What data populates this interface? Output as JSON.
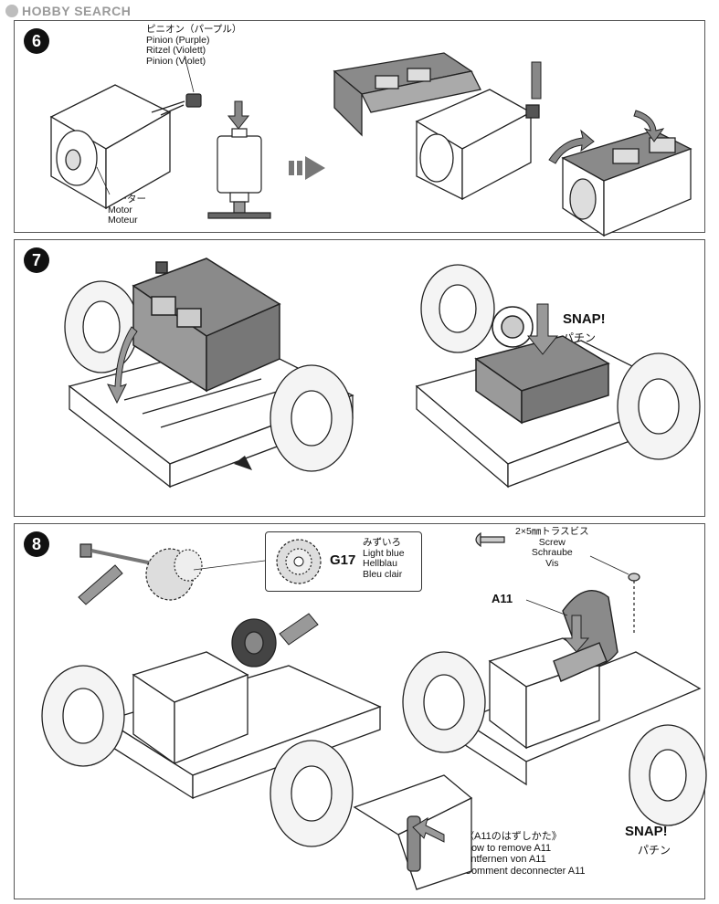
{
  "watermark": "HOBBY SEARCH",
  "steps": [
    {
      "number": "6",
      "pinion_labels": [
        "ピニオン（パープル）",
        "Pinion (Purple)",
        "Ritzel (Violett)",
        "Pinion (Violet)"
      ],
      "motor_labels": [
        "モーター",
        "Motor",
        "Moteur"
      ]
    },
    {
      "number": "7",
      "snap": "SNAP!",
      "snap_jp": "パチン"
    },
    {
      "number": "8",
      "gear_code": "G17",
      "gear_labels": [
        "みずいろ",
        "Light blue",
        "Hellblau",
        "Bleu clair"
      ],
      "screw_labels": [
        "2×5㎜トラスビス",
        "Screw",
        "Schraube",
        "Vis"
      ],
      "part_code": "A11",
      "snap": "SNAP!",
      "snap_jp": "パチン",
      "remove_labels": [
        "《A11のはずしかた》",
        "How to remove A11",
        "Entfernen von A11",
        "Comment deconnecter A11"
      ]
    }
  ],
  "colors": {
    "part_gray": "#8a8a8a",
    "outline": "#222222",
    "tire": "#f4f4f4"
  }
}
